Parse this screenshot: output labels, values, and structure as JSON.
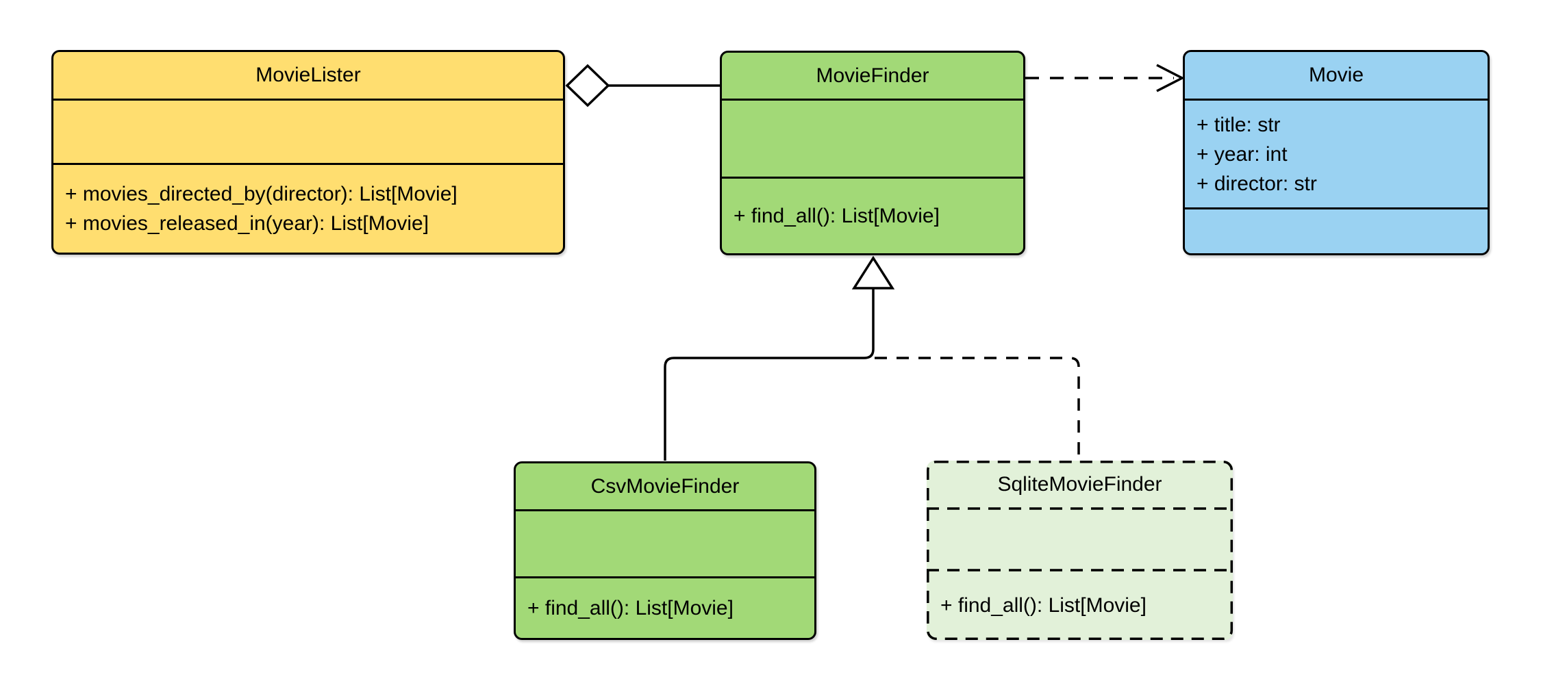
{
  "diagram": {
    "type": "uml-class-diagram",
    "background": "#ffffff",
    "ink": "#000000",
    "classes": [
      {
        "name": "MovieLister",
        "fill": "#FFDE70",
        "border_style": "solid",
        "attributes": [],
        "methods": [
          "+ movies_directed_by(director): List[Movie]",
          "+ movies_released_in(year): List[Movie]"
        ]
      },
      {
        "name": "MovieFinder",
        "fill": "#A2D977",
        "border_style": "solid",
        "attributes": [],
        "methods": [
          "+ find_all(): List[Movie]"
        ]
      },
      {
        "name": "Movie",
        "fill": "#9AD2F2",
        "border_style": "solid",
        "attributes": [
          "+ title: str",
          "+ year: int",
          "+ director: str"
        ],
        "methods": []
      },
      {
        "name": "CsvMovieFinder",
        "fill": "#A2D977",
        "border_style": "solid",
        "attributes": [],
        "methods": [
          "+ find_all(): List[Movie]"
        ]
      },
      {
        "name": "SqliteMovieFinder",
        "fill": "#E2F1D9",
        "border_style": "dashed",
        "attributes": [],
        "methods": [
          "+ find_all(): List[Movie]"
        ]
      }
    ],
    "relationships": [
      {
        "type": "aggregation",
        "from": "MovieLister",
        "to": "MovieFinder",
        "line_style": "solid",
        "marker": "hollow-diamond"
      },
      {
        "type": "dependency",
        "from": "MovieFinder",
        "to": "Movie",
        "line_style": "dashed",
        "marker": "open-arrow"
      },
      {
        "type": "inheritance",
        "from": "CsvMovieFinder",
        "to": "MovieFinder",
        "line_style": "solid",
        "marker": "hollow-triangle"
      },
      {
        "type": "realization",
        "from": "SqliteMovieFinder",
        "to": "MovieFinder",
        "line_style": "dashed",
        "marker": "hollow-triangle"
      }
    ]
  }
}
